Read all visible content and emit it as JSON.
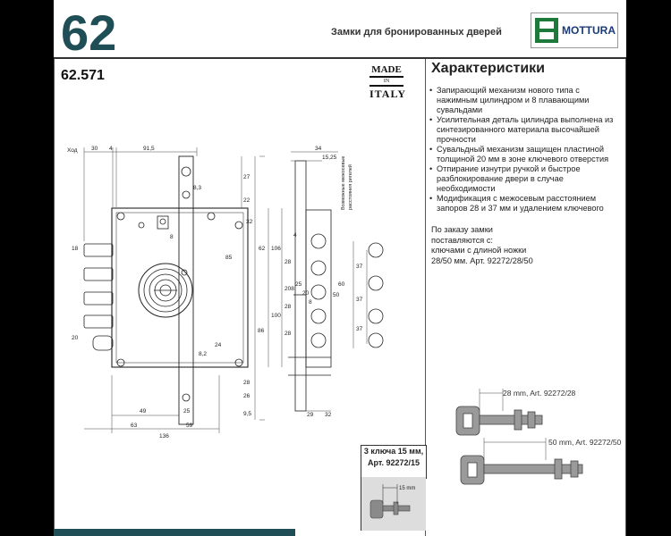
{
  "header": {
    "page_number": "62",
    "subtitle": "Замки для бронированных дверей",
    "logo_text": "MOTTURA"
  },
  "product": {
    "model": "62.571",
    "made_in_line1": "MADE",
    "made_in_line2": "IN",
    "made_in_line3": "ITALY"
  },
  "features": {
    "title": "Характеристики",
    "items": [
      "Запирающий механизм нового типа с нажимным цилиндром и 8 плавающими сувальдами",
      "Усилительная деталь цилиндра выполнена из синтезированного материала высочайшей прочности",
      "Сувальдный механизм защищен пластиной толщиной 20 мм в зоне ключевого отверстия",
      "Отпирание изнутри ручкой и быстрое разблокирование двери в случае необходимости",
      "Модификация с межосевым расстоянием запоров 28 и 37 мм и удалением ключевого"
    ]
  },
  "order": {
    "line1": "По заказу замки",
    "line2": "поставляются с:",
    "line3": "ключами с длиной ножки",
    "line4": "28/50 мм. Арт. 92272/28/50"
  },
  "keys": {
    "key1_label": "28 mm, Art. 92272/28",
    "key2_label": "50 mm, Art. 92272/50",
    "box_line1": "3 ключа 15 мм,",
    "box_line2": "Арт. 92272/15",
    "photo_label": "15 mm"
  },
  "drawing": {
    "hod": "Ход",
    "dims_top": [
      "30",
      "4",
      "91,5",
      "34",
      "15,25"
    ],
    "dims_left": [
      "18",
      "20"
    ],
    "dims_right": [
      "27",
      "22",
      "32",
      "62",
      "106",
      "208",
      "100",
      "86",
      "28",
      "9,5",
      "26"
    ],
    "dims_center": [
      "8,3",
      "8",
      "85",
      "24",
      "8,2"
    ],
    "dims_bottom": [
      "49",
      "25",
      "63",
      "59",
      "136",
      "29",
      "32"
    ],
    "dims_side": [
      "4",
      "28",
      "28",
      "28",
      "25",
      "20",
      "8",
      "60",
      "50",
      "37",
      "37",
      "37"
    ],
    "vertical_note_1": "Возможные межосевые",
    "vertical_note_2": "расстояния ригелей"
  },
  "colors": {
    "page_number": "#1f4e57",
    "logo_green": "#1e7a3a",
    "logo_blue": "#1a3b7a",
    "bottom_bar": "#1f4e57"
  }
}
